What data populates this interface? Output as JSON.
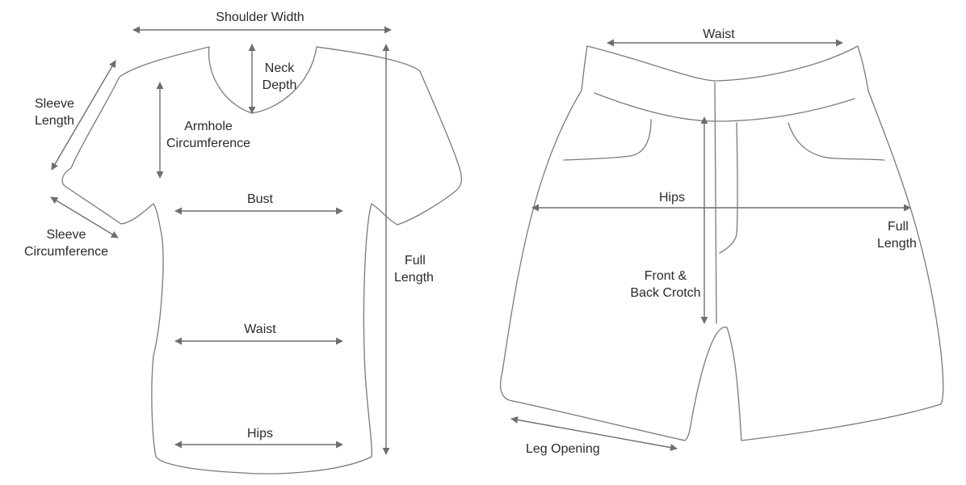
{
  "shirt": {
    "shoulder_width": "Shoulder Width",
    "neck_depth_line1": "Neck",
    "neck_depth_line2": "Depth",
    "sleeve_length_line1": "Sleeve",
    "sleeve_length_line2": "Length",
    "armhole_line1": "Armhole",
    "armhole_line2": "Circumference",
    "sleeve_circ_line1": "Sleeve",
    "sleeve_circ_line2": "Circumference",
    "bust": "Bust",
    "waist": "Waist",
    "hips": "Hips",
    "full_length_line1": "Full",
    "full_length_line2": "Length"
  },
  "shorts": {
    "waist": "Waist",
    "hips": "Hips",
    "full_length_line1": "Full",
    "full_length_line2": "Length",
    "crotch_line1": "Front &",
    "crotch_line2": "Back Crotch",
    "leg_opening": "Leg Opening"
  },
  "colors": {
    "outline": "#7a7a7a",
    "arrow": "#6e6e6e",
    "text": "#2a2a2a"
  }
}
